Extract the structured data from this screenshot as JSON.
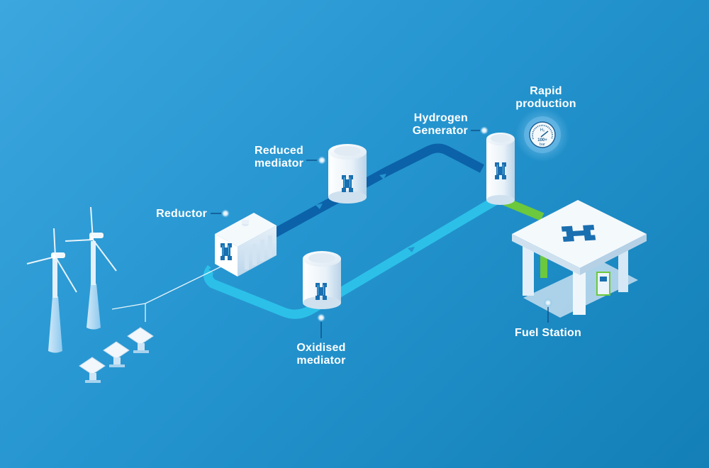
{
  "diagram": {
    "type": "process-flow",
    "description": "Hydrogen production cycle powered by renewable energy",
    "colors": {
      "background_top": "#3ca6de",
      "background_bottom": "#137fb6",
      "reduced_flow": "#0b62a8",
      "oxidised_flow": "#2cc0e8",
      "hydrogen_output": "#6cc83c",
      "equipment": "#e8f2f9",
      "logo": "#1a6fb0"
    },
    "nodes": [
      {
        "id": "energy",
        "label": "",
        "icons": [
          "wind-turbine",
          "wind-turbine",
          "solar-panel",
          "solar-panel",
          "solar-panel"
        ]
      },
      {
        "id": "reductor",
        "label": "Reductor"
      },
      {
        "id": "reduced",
        "label_lines": [
          "Reduced",
          "mediator"
        ]
      },
      {
        "id": "generator",
        "label_lines": [
          "Hydrogen",
          "Generator"
        ]
      },
      {
        "id": "rapid",
        "label_lines": [
          "Rapid",
          "production"
        ],
        "gauge": {
          "top": "H₂",
          "bottom_lines": [
            "100+",
            "bar"
          ]
        }
      },
      {
        "id": "oxidised",
        "label_lines": [
          "Oxidised",
          "mediator"
        ]
      },
      {
        "id": "station",
        "label": "Fuel Station"
      }
    ],
    "edges": [
      {
        "from": "energy",
        "to": "reductor",
        "kind": "power-line"
      },
      {
        "from": "reductor",
        "to": "reduced",
        "kind": "reduced-flow"
      },
      {
        "from": "reduced",
        "to": "generator",
        "kind": "reduced-flow"
      },
      {
        "from": "generator",
        "to": "oxidised",
        "kind": "oxidised-flow"
      },
      {
        "from": "oxidised",
        "to": "reductor",
        "kind": "oxidised-flow"
      },
      {
        "from": "generator",
        "to": "station",
        "kind": "hydrogen-flow"
      }
    ]
  }
}
